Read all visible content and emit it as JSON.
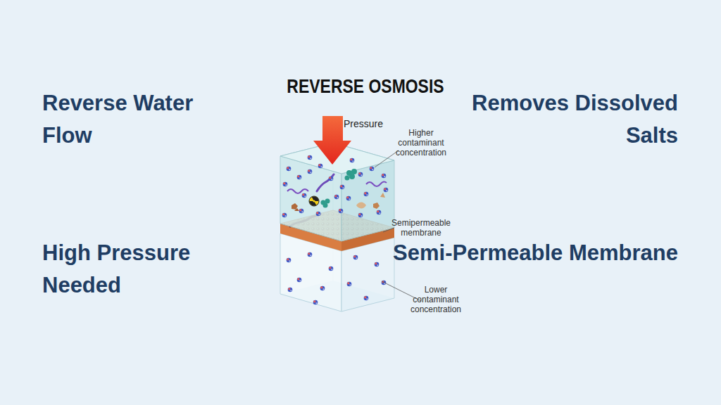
{
  "diagram": {
    "title": "REVERSE OSMOSIS",
    "labels": [
      "Reverse Water Flow",
      "Removes Dissolved Salts",
      "High Pressure Needed",
      "Semi-Permeable Membrane",
      "Pressure",
      "Higher contaminant concentration",
      "Semipermeable membrane",
      "Lower contaminant concentration"
    ]
  }
}
